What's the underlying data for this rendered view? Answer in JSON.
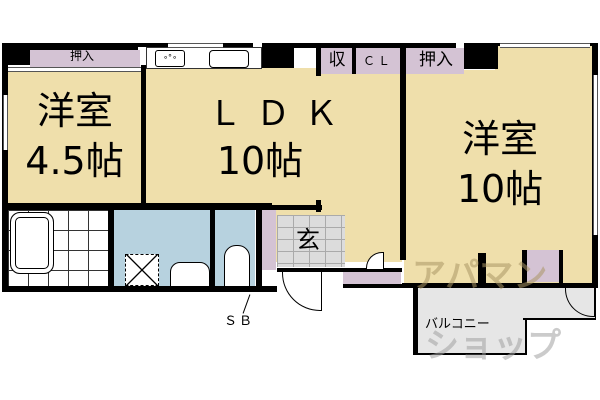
{
  "floorplan": {
    "rooms": [
      {
        "id": "western-room-1",
        "name": "洋室",
        "size": "4.5帖"
      },
      {
        "id": "ldk",
        "name": "ＬＤＫ",
        "size": "10帖"
      },
      {
        "id": "western-room-2",
        "name": "洋室",
        "size": "10帖"
      }
    ],
    "storage": {
      "closet_left": "押入",
      "storage": "収",
      "cl": "ＣＬ",
      "closet_right": "押入"
    },
    "entrance": "玄",
    "sb_label": "ＳＢ",
    "balcony": "バルコニー",
    "watermark": {
      "line1": "アパマン",
      "line2": "ショップ"
    },
    "colors": {
      "room_floor": "#efdfab",
      "closet": "#d4c3d4",
      "wet_area": "#b7d2df",
      "wall": "#000000"
    }
  }
}
